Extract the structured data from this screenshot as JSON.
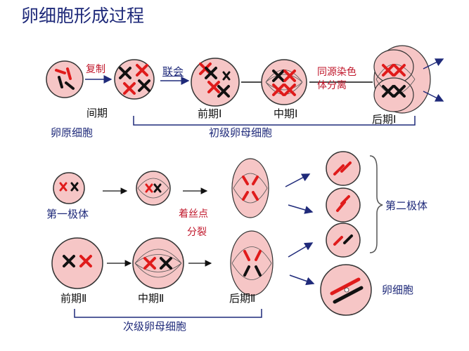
{
  "title": "卵细胞形成过程",
  "labels": {
    "copy": "复制",
    "synapsis": "联会",
    "homolog_sep_line1": "同源染色",
    "homolog_sep_line2": "体分离",
    "interphase": "间期",
    "oogonium": "卵原细胞",
    "prophase1": "前期Ⅰ",
    "metaphase1": "中期Ⅰ",
    "anaphase1": "后期Ⅰ",
    "primary_oocyte": "初级卵母细胞",
    "first_polar_body": "第一极体",
    "centromere_line1": "着丝点",
    "centromere_line2": "分裂",
    "second_polar_body": "第二极体",
    "egg_cell": "卵细胞",
    "prophase2": "前期Ⅱ",
    "metaphase2": "中期Ⅱ",
    "anaphase2": "后期Ⅱ",
    "secondary_oocyte": "次级卵母细胞"
  },
  "colors": {
    "title": "#1f2a7a",
    "label_blue": "#1f2a7a",
    "label_red": "#c0162a",
    "cell_fill": "#f6c6c6",
    "cell_stroke": "#333333",
    "chromosome_red": "#e01b1b",
    "chromosome_black": "#111111"
  }
}
